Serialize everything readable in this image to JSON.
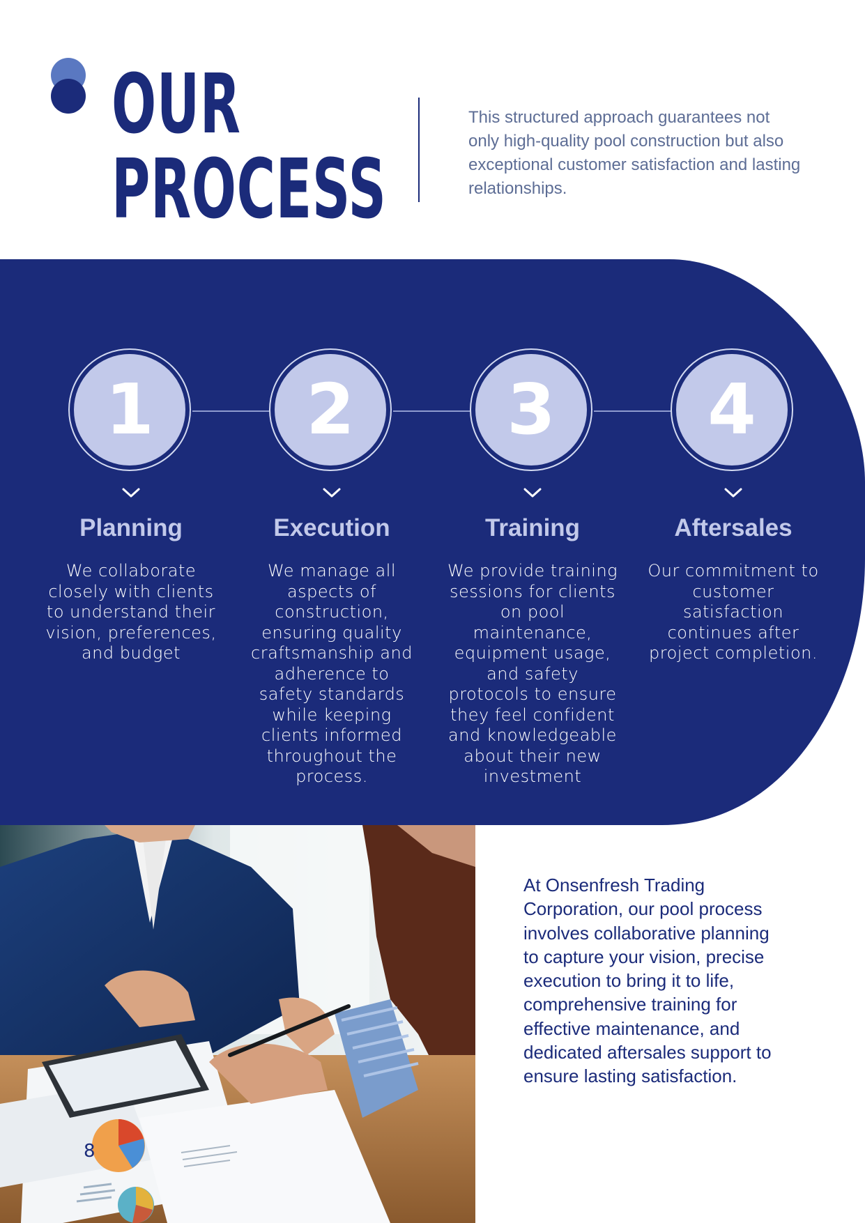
{
  "header": {
    "title_line1": "OUR",
    "title_line2": "PROCESS",
    "intro": "This structured approach guarantees not only high-quality pool construction but also exceptional customer satisfaction and lasting relationships."
  },
  "colors": {
    "brand_navy": "#1b2b7a",
    "accent_blue": "#5a78c1",
    "circle_fill": "#c2c9ea",
    "muted_text": "#5d6d95"
  },
  "steps": [
    {
      "number": "1",
      "title": "Planning",
      "description": "We collaborate closely with clients to understand their vision, preferences, and budget"
    },
    {
      "number": "2",
      "title": "Execution",
      "description": "We manage all aspects of construction, ensuring quality craftsmanship and adherence to safety standards while keeping clients informed throughout the process."
    },
    {
      "number": "3",
      "title": "Training",
      "description": "We provide training sessions for clients on pool maintenance, equipment usage, and safety protocols to ensure they feel confident and knowledgeable about their new investment"
    },
    {
      "number": "4",
      "title": "Aftersales",
      "description": "Our commitment to customer satisfaction continues after project completion."
    }
  ],
  "photo": {
    "chart_number": "8"
  },
  "summary": "At Onsenfresh Trading Corporation, our pool process involves collaborative planning to capture your vision, precise execution to bring it to life, comprehensive training for effective maintenance, and dedicated aftersales support to ensure lasting satisfaction."
}
